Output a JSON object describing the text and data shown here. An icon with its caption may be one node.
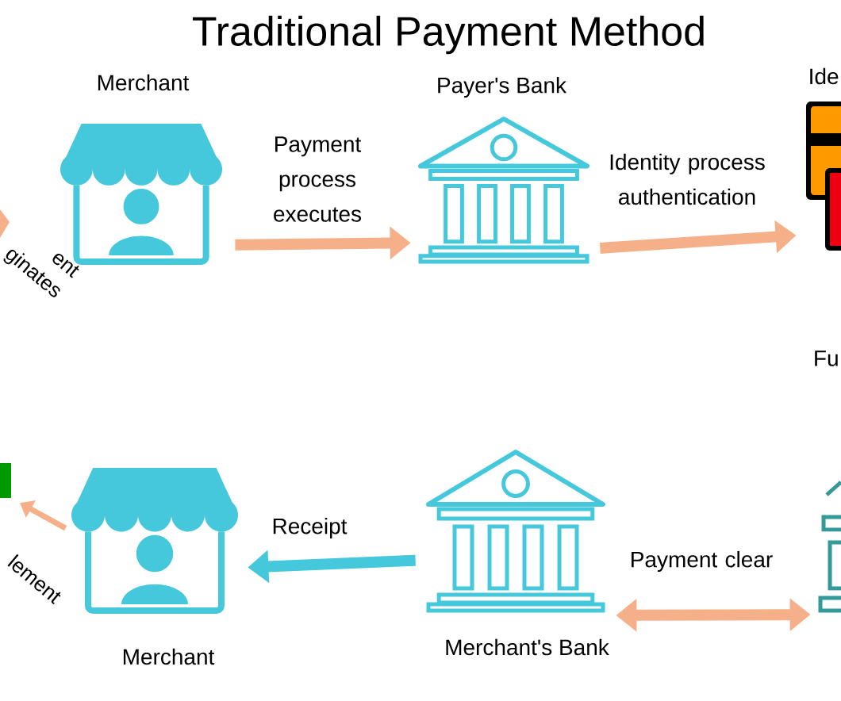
{
  "diagram": {
    "title": "Traditional Payment Method",
    "nodes": [
      {
        "text": [
          "Merchant"
        ]
      },
      {
        "text": [
          "Payer's Bank"
        ]
      },
      {
        "text": [
          "Ide"
        ]
      },
      {
        "text": [
          "Merchant"
        ]
      },
      {
        "text": [
          "Merchant's Bank"
        ]
      },
      {
        "text": [],
        "shape": "picture"
      },
      {
        "text": [],
        "shape": "box"
      }
    ],
    "edges": [
      {
        "from": 0,
        "to": 1,
        "arrow": "to",
        "label": "Payment process executes"
      },
      {
        "from": 1,
        "to": 2,
        "arrow": "to",
        "label": "Identity process authentication"
      },
      {
        "from": 4,
        "to": 3,
        "arrow": "to",
        "label": "Receipt",
        "color": "#45c8dc"
      },
      {
        "from": 4,
        "to": 5,
        "arrow": "both",
        "label": "Payment clear"
      },
      {
        "from": 3,
        "to": 6,
        "arrow": "to",
        "label": "lement"
      }
    ],
    "labels": [
      "ent ginates",
      "Fu"
    ]
  }
}
